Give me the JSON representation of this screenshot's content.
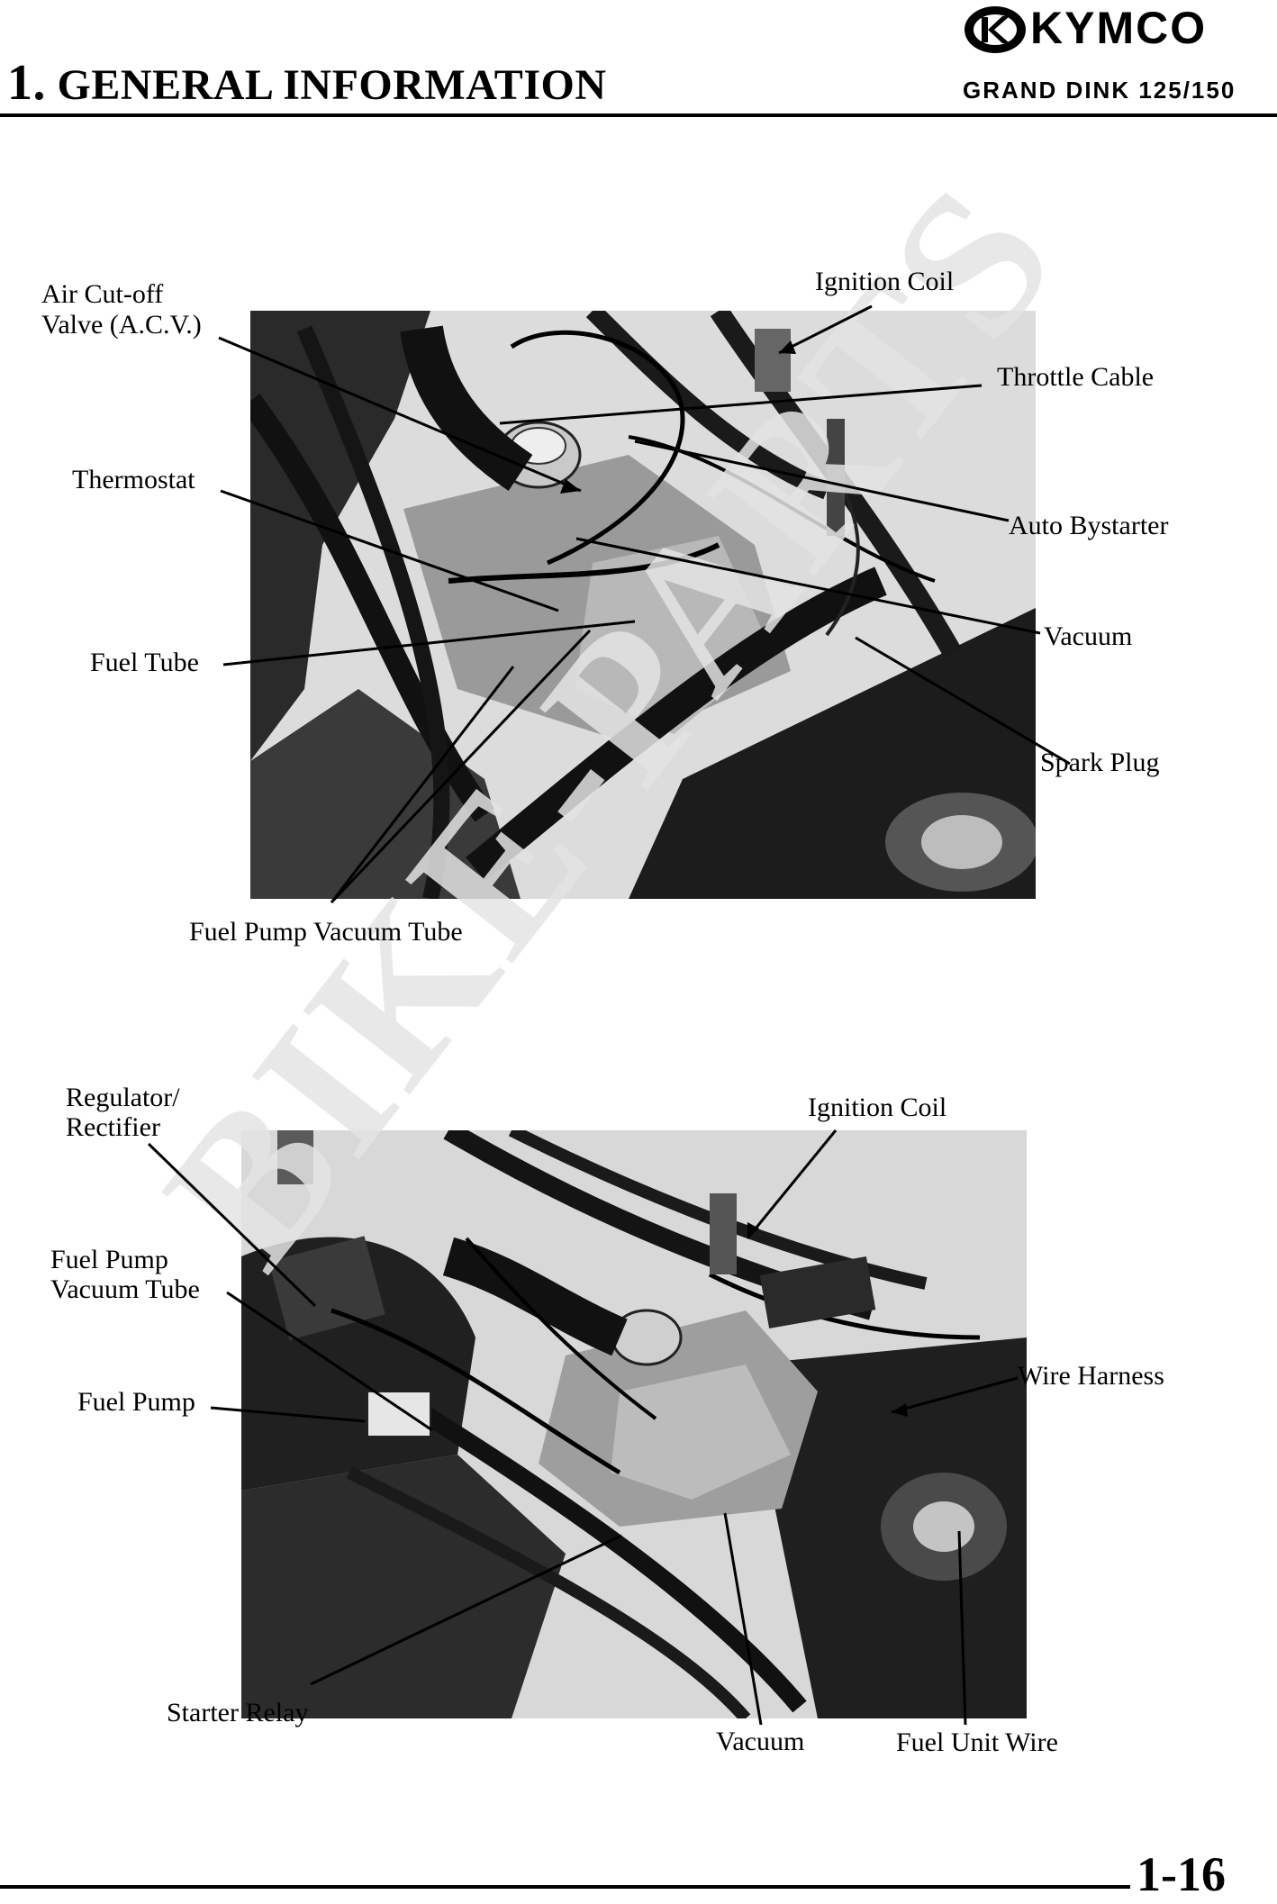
{
  "header": {
    "chapter_number": "1.",
    "chapter_title": "GENERAL INFORMATION",
    "brand": "KYMCO",
    "model": "GRAND DINK 125/150"
  },
  "watermark": "BIKE-PARTS",
  "figure_top": {
    "labels": {
      "acv_line1": "Air Cut-off",
      "acv_line2": "Valve (A.C.V.)",
      "ignition_coil": "Ignition Coil",
      "throttle_cable": "Throttle Cable",
      "thermostat": "Thermostat",
      "auto_bystarter": "Auto Bystarter",
      "vacuum": "Vacuum",
      "fuel_tube": "Fuel Tube",
      "spark_plug": "Spark Plug",
      "fuel_pump_vacuum_tube": "Fuel Pump Vacuum Tube"
    }
  },
  "figure_bottom": {
    "labels": {
      "regulator_line1": "Regulator/",
      "regulator_line2": "Rectifier",
      "ignition_coil": "Ignition Coil",
      "fpvt_line1": "Fuel Pump",
      "fpvt_line2": "Vacuum Tube",
      "wire_harness": "Wire Harness",
      "fuel_pump": "Fuel Pump",
      "starter_relay": "Starter Relay",
      "vacuum": "Vacuum",
      "fuel_unit_wire": "Fuel Unit Wire"
    }
  },
  "footer": {
    "page_number": "1-16"
  }
}
